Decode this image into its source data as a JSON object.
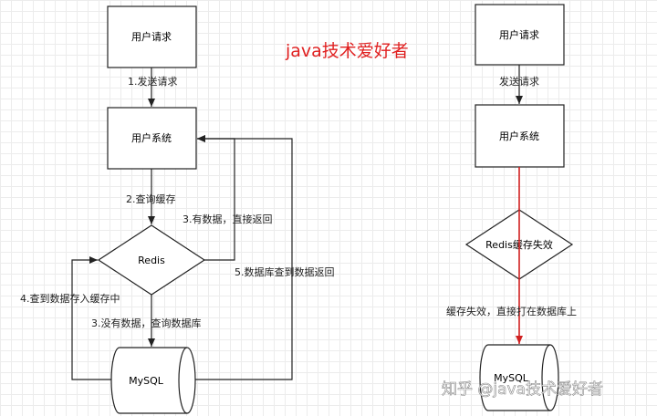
{
  "brand_title": "java技术爱好者",
  "colors": {
    "brand": "#e02020",
    "failure_arrow": "#d02020",
    "line": "#222222"
  },
  "left_flow": {
    "user_request": "用户请求",
    "user_system": "用户系统",
    "redis": "Redis",
    "mysql": "MySQL",
    "step1": "1.发送请求",
    "step2": "2.查询缓存",
    "step3_hit": "3.有数据，直接返回",
    "step3_miss": "3.没有数据，查询数据库",
    "step4": "4.查到数据存入缓存中",
    "step5": "5.数据库查到数据返回"
  },
  "right_flow": {
    "user_request": "用户请求",
    "user_system": "用户系统",
    "redis_fail": "Redis缓存失效",
    "mysql": "MySQL",
    "send_request": "发送请求",
    "direct_db": "缓存失效，直接打在数据库上"
  },
  "watermark": "知乎 @java技术爱好者"
}
